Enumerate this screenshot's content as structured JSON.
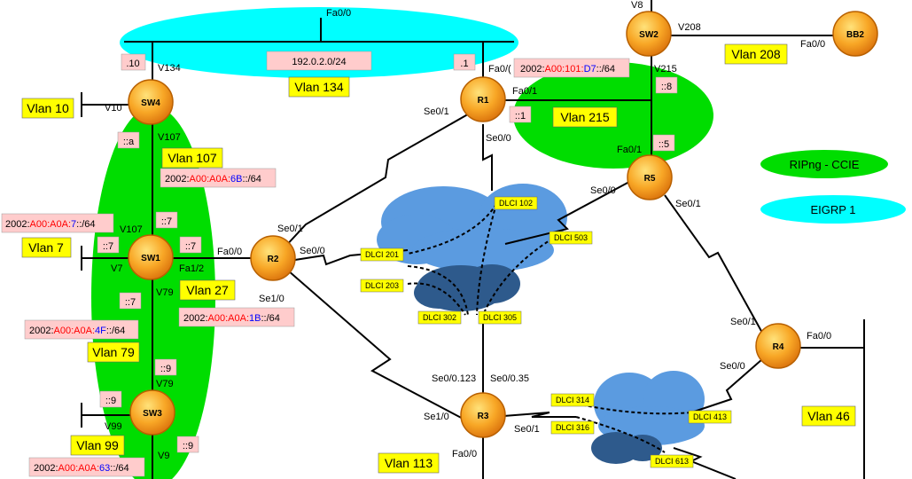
{
  "clouds": {
    "eigrp_region_color": "#00ffff",
    "ripng_region_color": "#00dd00"
  },
  "routers": {
    "sw4": "SW4",
    "sw1": "SW1",
    "sw3": "SW3",
    "r2": "R2",
    "r1": "R1",
    "r3": "R3",
    "r4": "R4",
    "r5": "R5",
    "sw2": "SW2",
    "bb2": "BB2"
  },
  "interfaces": {
    "fa00_top": "Fa0/0",
    "v134": "V134",
    "v10": "V10",
    "v107_a": "V107",
    "v107_b": "V107",
    "v7": "V7",
    "fa12": "Fa1/2",
    "v79_a": "V79",
    "v79_b": "V79",
    "v99": "V99",
    "v9": "V9",
    "r2_fa00": "Fa0/0",
    "r2_se01": "Se0/1",
    "r2_se00": "Se0/0",
    "r2_se10": "Se1/0",
    "r1_se01": "Se0/1",
    "r1_se00": "Se0/0",
    "r1_fa01": "Fa0/1",
    "r1_fa00": "Fa0/(",
    "v8": "V8",
    "v208": "V208",
    "v215": "V215",
    "bb2_fa00": "Fa0/0",
    "r5_fa01": "Fa0/1",
    "r5_se00": "Se0/0",
    "r5_se01": "Se0/1",
    "r4_se01": "Se0/1",
    "r4_se00": "Se0/0",
    "r4_fa00": "Fa0/0",
    "r3_se0123": "Se0/0.123",
    "r3_se035": "Se0/0.35",
    "r3_se10": "Se1/0",
    "r3_se01": "Se0/1",
    "r3_fa00": "Fa0/0"
  },
  "host_ids": {
    "h10": ".10",
    "h1": ".1",
    "ha": "::a",
    "h7a": "::7",
    "h7b": "::7",
    "h7c": "::7",
    "h7d": "::7",
    "h9a": "::9",
    "h9b": "::9",
    "h9c": "::9",
    "h1r1": "::1",
    "h8": "::8",
    "h5": "::5"
  },
  "subnets": {
    "v134_subnet": "192.0.2.0/24",
    "p215": {
      "a": "2002:",
      "b": "A00:101:",
      "c": "D7",
      "d": "::/64"
    },
    "p107": {
      "a": "2002:",
      "b": "A00:A0A:",
      "c": "6B",
      "d": "::/64"
    },
    "p7": {
      "a": "2002:",
      "b": "A00:A0A:",
      "c": "7",
      "d": "::/64"
    },
    "p27": {
      "a": "2002:",
      "b": "A00:A0A:",
      "c": "1B",
      "d": "::/64"
    },
    "p79": {
      "a": "2002:",
      "b": "A00:A0A:",
      "c": "4F",
      "d": "::/64"
    },
    "p99": {
      "a": "2002:",
      "b": "A00:A0A:",
      "c": "63",
      "d": "::/64"
    }
  },
  "vlans": {
    "v134": "Vlan 134",
    "v10": "Vlan 10",
    "v107": "Vlan 107",
    "v7": "Vlan 7",
    "v27": "Vlan 27",
    "v79": "Vlan 79",
    "v99": "Vlan 99",
    "v215": "Vlan 215",
    "v208": "Vlan 208",
    "v46": "Vlan 46",
    "v113": "Vlan 113"
  },
  "dlci": {
    "d102": "DLCI 102",
    "d201": "DLCI 201",
    "d203": "DLCI 203",
    "d302": "DLCI 302",
    "d305": "DLCI 305",
    "d503": "DLCI 503",
    "d314": "DLCI 314",
    "d316": "DLCI 316",
    "d413": "DLCI 413",
    "d613": "DLCI 613"
  },
  "legend": {
    "ripng": "RIPng - CCIE",
    "eigrp": "EIGRP 1",
    "ripng_color": "#00dd00",
    "eigrp_color": "#00ffff"
  },
  "colors": {
    "vlan_label_bg": "#ffff00",
    "host_label_bg": "#ffcccc",
    "dlci_label_bg": "#ffff00",
    "prefix_red": "#ff0000",
    "prefix_blue": "#0000ff",
    "cloud_light": "#5b9be0",
    "cloud_dark": "#2e5a8c"
  }
}
